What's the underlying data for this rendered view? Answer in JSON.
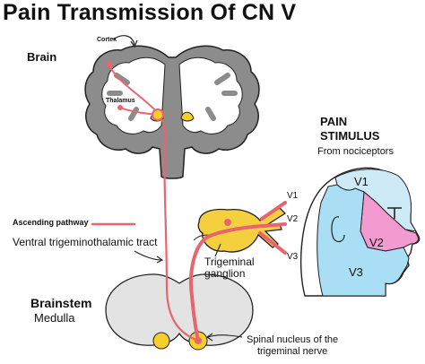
{
  "title": "Pain Transmission Of CN V",
  "labels": {
    "brain": "Brain",
    "cortex": "Cortex",
    "thalamus": "Thalamus",
    "pain_stimulus": [
      "PAIN",
      "STIMULUS"
    ],
    "from_nociceptors": "From nociceptors",
    "ascending_pathway": "Ascending pathway",
    "ventral_tract": "Ventral trigeminothalamic tract",
    "trigeminal_ganglion": [
      "Trigeminal",
      "ganglion"
    ],
    "branch_v1": "V1",
    "branch_v2": "V2",
    "branch_v3": "V3",
    "zone_v1": "V1",
    "zone_v2": "V2",
    "zone_v3": "V3",
    "brainstem": "Brainstem",
    "medulla": "Medulla",
    "spinal_nucleus": [
      "Spinal nucleus of the",
      "trigeminal nerve"
    ]
  },
  "colors": {
    "pathway": "#e8656f",
    "brain_gray": "#8c8c8c",
    "nucleus_yellow": "#f6cf2a",
    "ganglion_yellow": "#f4d03f",
    "dermatome_v1": "#cfeaf7",
    "dermatome_v2": "#f39bd0",
    "dermatome_v3": "#a9def4",
    "brainstem_gray": "#e3e3e3"
  }
}
